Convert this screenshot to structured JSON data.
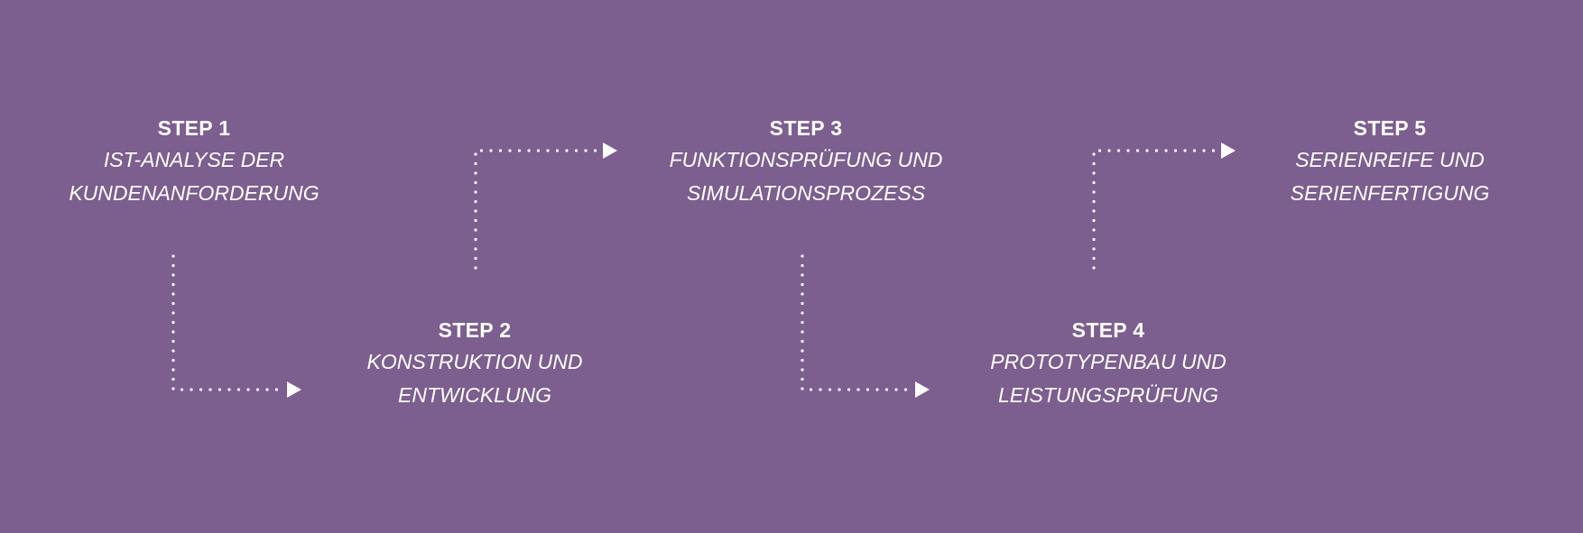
{
  "diagram": {
    "background": "#7c5e8f",
    "text_color": "#ffffff",
    "steps": [
      {
        "title": "STEP 1",
        "line1": "IST-ANALYSE DER",
        "line2": "KUNDENANFORDERUNG"
      },
      {
        "title": "STEP 2",
        "line1": "KONSTRUKTION UND",
        "line2": "ENTWICKLUNG"
      },
      {
        "title": "STEP 3",
        "line1": "FUNKTIONSPRÜFUNG UND",
        "line2": "SIMULATIONSPROZESS"
      },
      {
        "title": "STEP 4",
        "line1": "PROTOTYPENBAU UND",
        "line2": "LEISTUNGSPRÜFUNG"
      },
      {
        "title": "STEP 5",
        "line1": "SERIENREIFE UND",
        "line2": "SERIENFERTIGUNG"
      }
    ],
    "connectors": [
      {
        "from": "STEP 1",
        "to": "STEP 2",
        "style": "dotted-arrow"
      },
      {
        "from": "STEP 2",
        "to": "STEP 3",
        "style": "dotted-arrow"
      },
      {
        "from": "STEP 3",
        "to": "STEP 4",
        "style": "dotted-arrow"
      },
      {
        "from": "STEP 4",
        "to": "STEP 5",
        "style": "dotted-arrow"
      }
    ]
  }
}
